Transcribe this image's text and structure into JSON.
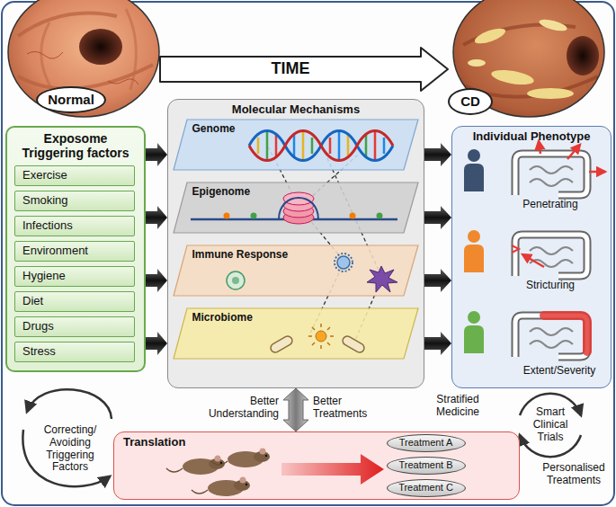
{
  "diagram": {
    "nodes": [
      {
        "text": [
          "Normal"
        ]
      },
      {
        "text": [
          "CD"
        ]
      },
      {
        "text": [
          "Exposome Triggering factors"
        ]
      },
      {
        "text": [
          "Exercise"
        ],
        "in": 2
      },
      {
        "text": [
          "Smoking"
        ],
        "in": 2
      },
      {
        "text": [
          "Infections"
        ],
        "in": 2
      },
      {
        "text": [
          "Environment"
        ],
        "in": 2
      },
      {
        "text": [
          "Hygiene"
        ],
        "in": 2
      },
      {
        "text": [
          "Diet"
        ],
        "in": 2
      },
      {
        "text": [
          "Drugs"
        ],
        "in": 2
      },
      {
        "text": [
          "Stress"
        ],
        "in": 2
      },
      {
        "text": [
          "Molecular Mechanisms"
        ]
      },
      {
        "text": [
          "Genome"
        ],
        "in": 11
      },
      {
        "text": [
          "Epigenome"
        ],
        "in": 11
      },
      {
        "text": [
          "Immune Response"
        ],
        "in": 11
      },
      {
        "text": [
          "Microbiome"
        ],
        "in": 11
      },
      {
        "text": [
          "Individual Phenotype"
        ]
      },
      {
        "text": [
          "Translation"
        ]
      },
      {
        "text": [
          "Treatment A"
        ],
        "in": 17
      },
      {
        "text": [
          "Treatment B"
        ],
        "in": 17
      },
      {
        "text": [
          "Treatment C"
        ],
        "in": 17
      }
    ],
    "edges": [
      {
        "from": 0,
        "to": 1,
        "label": "TIME",
        "arrow": "to"
      },
      {
        "from": 2,
        "to": 11,
        "arrow": "to"
      },
      {
        "from": 11,
        "to": 16,
        "arrow": "to"
      },
      {
        "from": 11,
        "to": 17,
        "arrow": "both"
      }
    ],
    "labels": [
      "Penetrating",
      "Stricturing",
      "Extent/Severity",
      "Better Understanding",
      "Better Treatments",
      "Stratified Medicine",
      "Smart Clinical Trials",
      "Personalised Treatments",
      "Correcting/ Avoiding Triggering Factors"
    ]
  }
}
